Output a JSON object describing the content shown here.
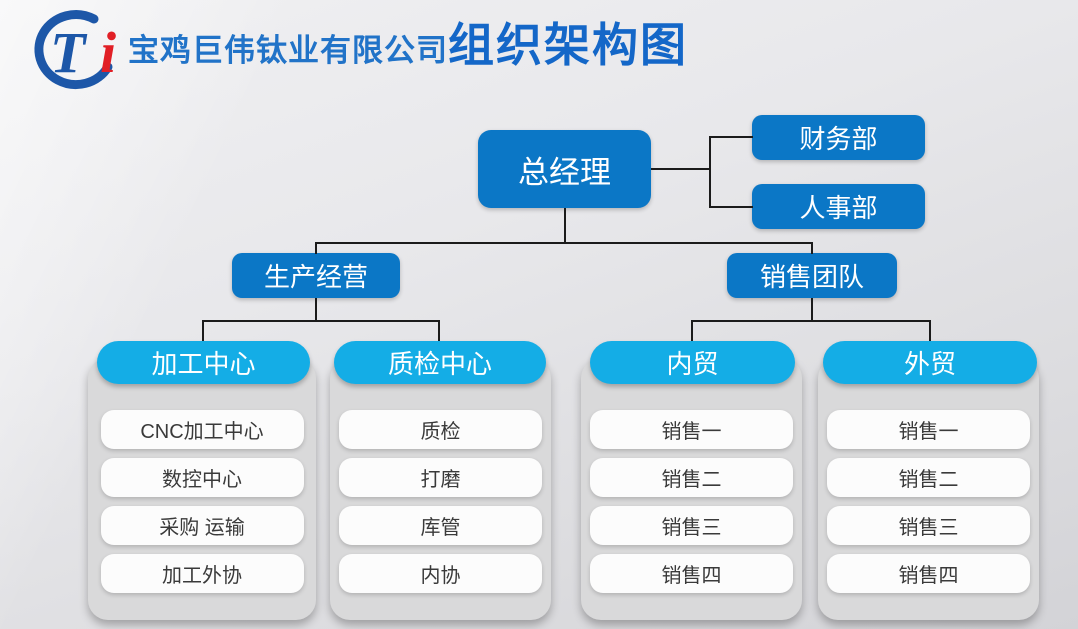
{
  "header": {
    "logo": {
      "t": "T",
      "i": "i",
      "t_color": "#1d57a8",
      "i_color": "#e11f26"
    },
    "company": "宝鸡巨伟钛业有限公司",
    "title": "组织架构图"
  },
  "colors": {
    "dark_blue_box": "#0b77c6",
    "cyan_pill": "#14ade6",
    "company_text": "#2173c8",
    "title_text": "#1467c8",
    "connector": "#1b1b1b",
    "panel_gray": "#d9d9da",
    "item_bg": "#fcfcfc"
  },
  "org": {
    "root": {
      "label": "总经理"
    },
    "staff": [
      {
        "label": "财务部"
      },
      {
        "label": "人事部"
      }
    ],
    "level2": [
      {
        "label": "生产经营"
      },
      {
        "label": "销售团队"
      }
    ],
    "columns": [
      {
        "header": "加工中心",
        "items": [
          "CNC加工中心",
          "数控中心",
          "采购 运输",
          "加工外协"
        ]
      },
      {
        "header": "质检中心",
        "items": [
          "质检",
          "打磨",
          "库管",
          "内协"
        ]
      },
      {
        "header": "内贸",
        "items": [
          "销售一",
          "销售二",
          "销售三",
          "销售四"
        ]
      },
      {
        "header": "外贸",
        "items": [
          "销售一",
          "销售二",
          "销售三",
          "销售四"
        ]
      }
    ]
  }
}
